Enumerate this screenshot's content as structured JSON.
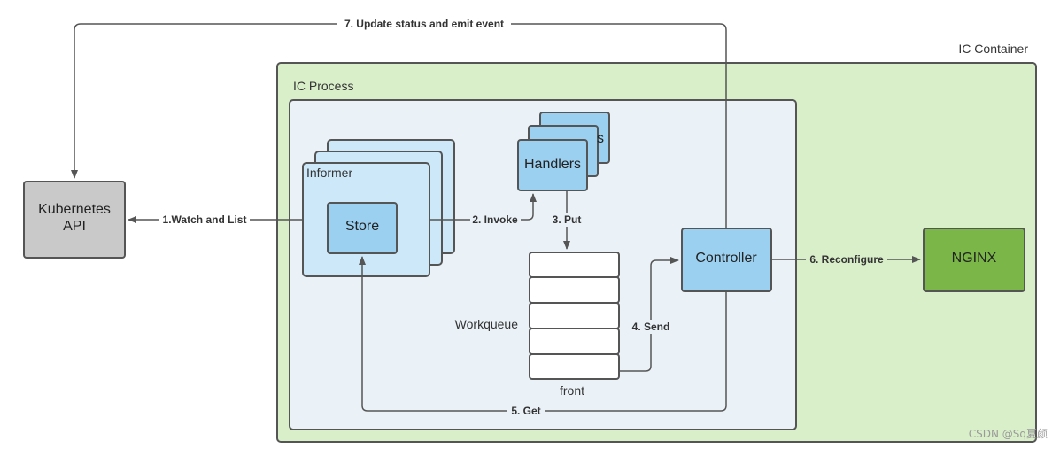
{
  "containers": {
    "ic_container": "IC Container",
    "ic_process": "IC Process"
  },
  "nodes": {
    "kubernetes_api": [
      "Kubernetes",
      "API"
    ],
    "informer": "Informer",
    "store": "Store",
    "handlers": "Handlers",
    "handlers_back": "s",
    "controller": "Controller",
    "nginx": "NGINX",
    "workqueue": "Workqueue",
    "front": "front"
  },
  "edges": {
    "watch_list": "1.Watch and List",
    "invoke": "2. Invoke",
    "put": "3. Put",
    "send": "4. Send",
    "get": "5. Get",
    "reconfigure": "6. Reconfigure",
    "update_status": "7. Update status and emit event"
  },
  "watermark": "CSDN @Sq夏颜",
  "colors": {
    "container_fill": "#d9efc9",
    "process_fill": "#eaf2f8",
    "informer_fill": "#cde8f8",
    "box_fill": "#9bd0f0",
    "k8s_fill": "#c9c9c9",
    "nginx_fill": "#7ab648",
    "stroke": "#555555"
  }
}
